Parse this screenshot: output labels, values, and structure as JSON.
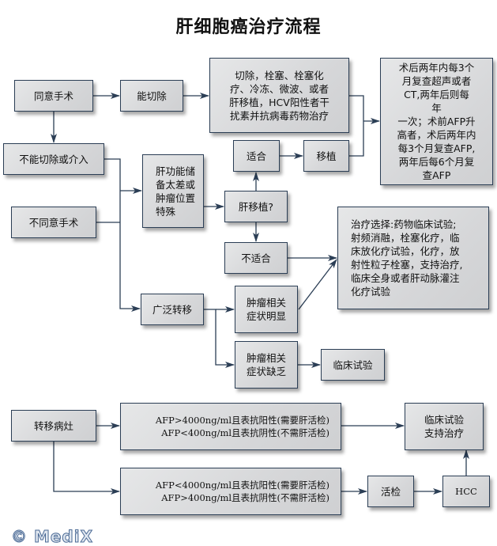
{
  "title": "肝细胞癌治疗流程",
  "colors": {
    "line": "#2b3e55",
    "box_fill": "#dcdddf",
    "box_border": "#2b3e55",
    "logo": "#4b6a95"
  },
  "nodes": {
    "agree_surgery": "同意手术",
    "resectable": "能切除",
    "treatment_options": "切除，栓塞、栓塞化\n疗、冷冻、微波、或者\n肝移植，HCV阳性者干\n扰素并抗病毒药物治疗",
    "followup": "术后两年内每3个\n月复查超声或者\nCT,两年后则每\n年\n一次；术前AFP升\n高者，术后两年内\n每3个月复查AFP,\n两年后每6个月复\n查AFP",
    "unresectable": "不能切除或介入",
    "suitable": "适合",
    "transplant": "移植",
    "poor_liver_reserve": "肝功能储\n备太差或\n肿瘤位置\n特殊",
    "liver_transplant_q": "肝移植?",
    "disagree_surgery": "不同意手术",
    "not_suitable": "不适合",
    "treatment_choice": "治疗选择:药物临床试验;\n射频消融，栓塞化疗，临\n床放化疗试验，化疗，放\n射性粒子栓塞，支持治疗,\n临床全身或者肝动脉灌注\n化疗试验",
    "widespread_metastasis": "广泛转移",
    "symptoms_obvious": "肿瘤相关\n症状明显",
    "symptoms_absent": "肿瘤相关\n症状缺乏",
    "clinical_trial": "临床试验",
    "metastatic_lesion": "转移病灶",
    "afp_case1": "AFP>4000ng/ml且表抗阳性(需要肝活检)\nAFP<400ng/ml且表抗阴性(不需肝活检)",
    "trial_support": "临床试验\n支持治疗",
    "afp_case2": "AFP<4000ng/ml且表抗阳性(需要肝活检)\nAFP>400ng/ml且表抗阴性(不需肝活检)",
    "biopsy": "活检",
    "hcc": "HCC"
  },
  "watermark": "© MediX"
}
